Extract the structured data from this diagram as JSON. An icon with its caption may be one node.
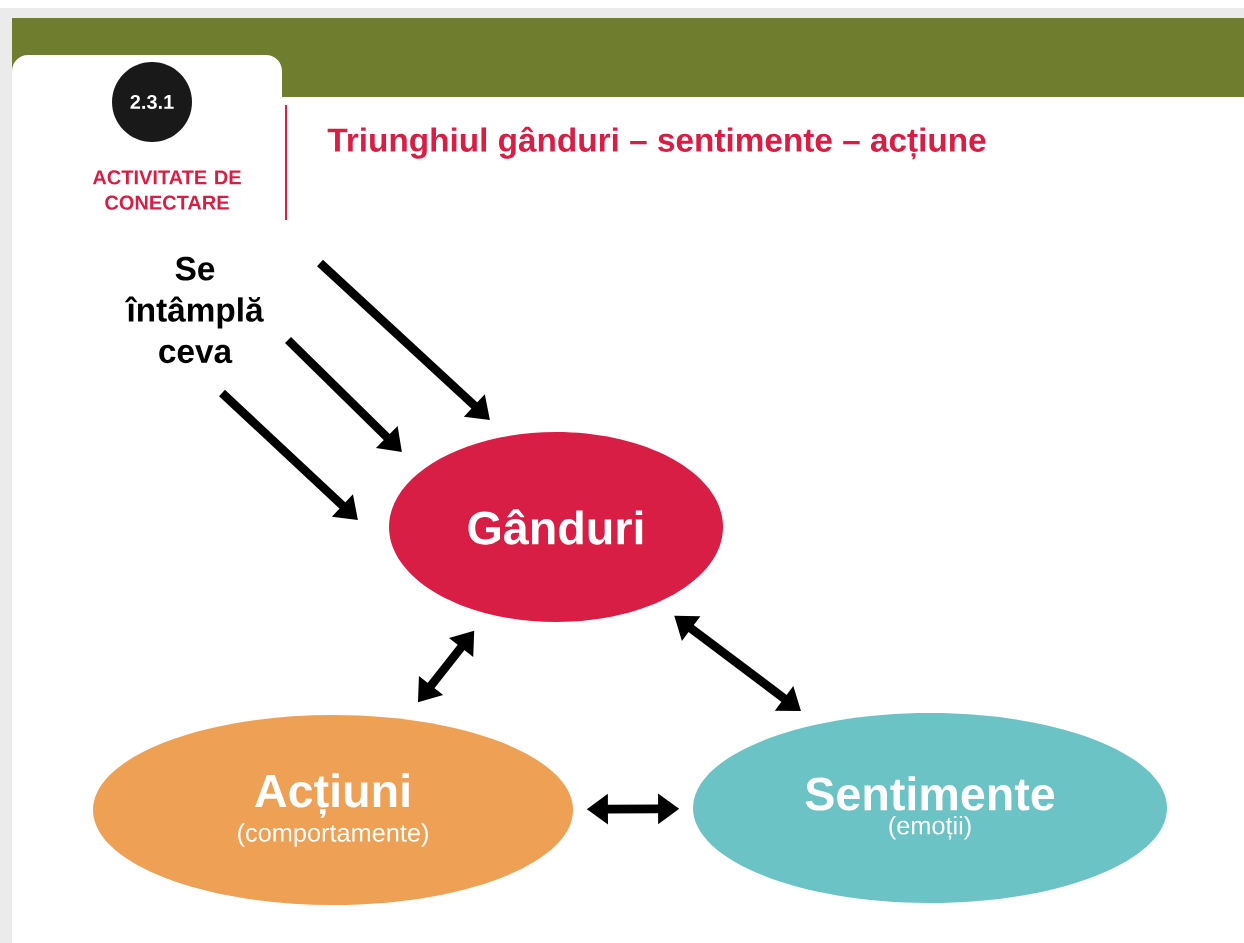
{
  "diagram": {
    "title": "Triunghiul gânduri – sentimente – acțiune",
    "nodes": [
      {
        "text": [
          "Se întâmplă ceva"
        ]
      },
      {
        "text": [
          "Gânduri"
        ]
      },
      {
        "text": [
          "Acțiuni",
          "(comportamente)"
        ]
      },
      {
        "text": [
          "Sentimente",
          "(emoții)"
        ]
      }
    ],
    "edges": [
      {
        "from": 0,
        "to": 1,
        "arrow": "to"
      },
      {
        "from": 0,
        "to": 1,
        "arrow": "to"
      },
      {
        "from": 0,
        "to": 1,
        "arrow": "to"
      },
      {
        "from": 1,
        "to": 2,
        "arrow": "both"
      },
      {
        "from": 1,
        "to": 3,
        "arrow": "both"
      },
      {
        "from": 2,
        "to": 3,
        "arrow": "both"
      }
    ],
    "labels": [
      "2.3.1",
      "ACTIVITATE DE CONECTARE"
    ]
  }
}
